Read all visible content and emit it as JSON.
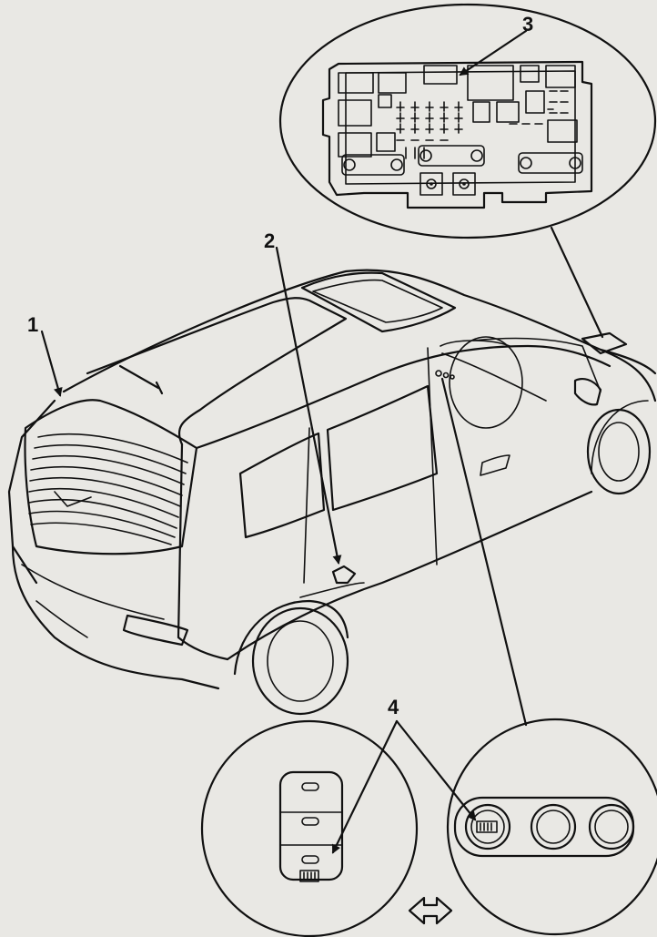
{
  "callouts": {
    "c1": "1",
    "c2": "2",
    "c3": "3",
    "c4": "4"
  },
  "colors": {
    "ink": "#111111",
    "paper": "#e9e8e4"
  }
}
